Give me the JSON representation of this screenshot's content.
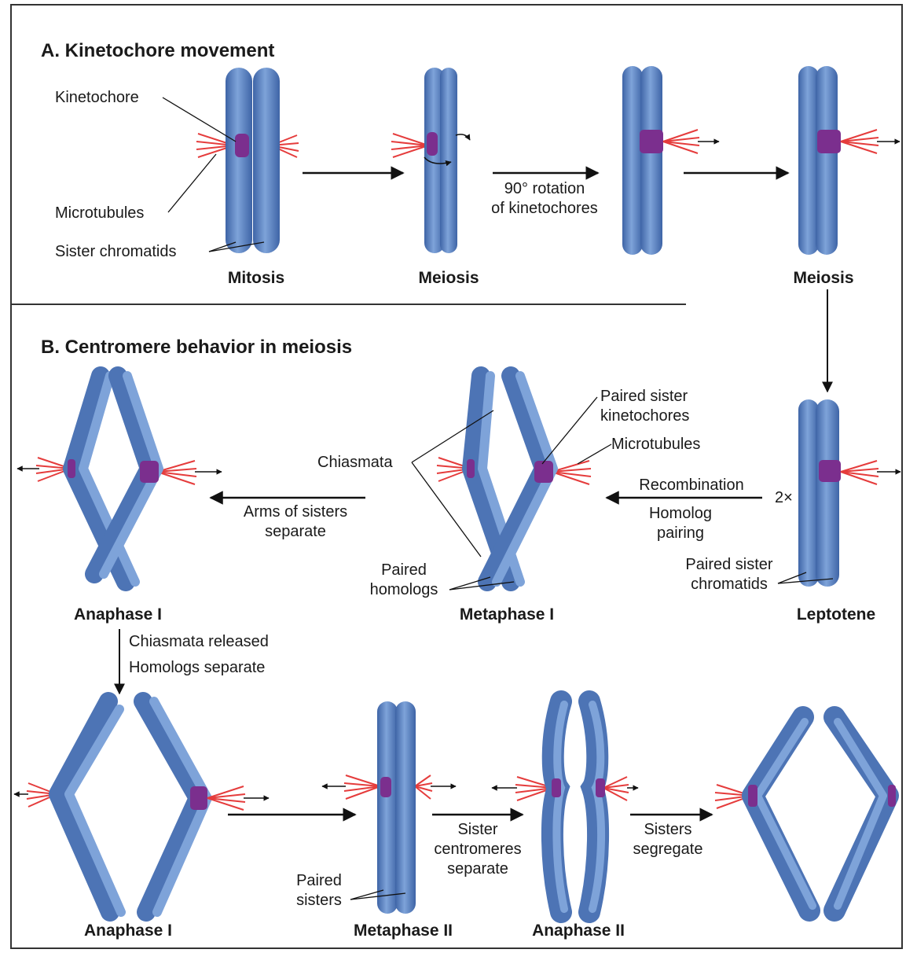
{
  "section_a": {
    "heading": "A. Kinetochore movement",
    "labels": {
      "kinetochore": "Kinetochore",
      "microtubules": "Microtubules",
      "sister_chromatids": "Sister chromatids",
      "rotation_line1": "90° rotation",
      "rotation_line2": "of kinetochores"
    },
    "stages": {
      "mitosis": "Mitosis",
      "meiosis_1": "Meiosis",
      "meiosis_2": "Meiosis"
    }
  },
  "section_b": {
    "heading": "B. Centromere behavior in meiosis",
    "labels": {
      "paired_sister_kinetochores_line1": "Paired sister",
      "paired_sister_kinetochores_line2": "kinetochores",
      "microtubules": "Microtubules",
      "chiasmata": "Chiasmata",
      "recombination": "Recombination",
      "homolog_pairing_line1": "Homolog",
      "homolog_pairing_line2": "pairing",
      "two_x": "2×",
      "arms_separate_line1": "Arms of sisters",
      "arms_separate_line2": "separate",
      "paired_homologs_line1": "Paired",
      "paired_homologs_line2": "homologs",
      "paired_sister_chromatids_line1": "Paired sister",
      "paired_sister_chromatids_line2": "chromatids",
      "chiasmata_released": "Chiasmata released",
      "homologs_separate": "Homologs separate",
      "sister_centromeres_line1": "Sister",
      "sister_centromeres_line2": "centromeres",
      "sister_centromeres_line3": "separate",
      "sisters_segregate_line1": "Sisters",
      "sisters_segregate_line2": "segregate",
      "paired_sisters_line1": "Paired",
      "paired_sisters_line2": "sisters"
    },
    "stages": {
      "anaphase_i_top": "Anaphase I",
      "metaphase_i": "Metaphase I",
      "leptotene": "Leptotene",
      "anaphase_i_bottom": "Anaphase I",
      "metaphase_ii": "Metaphase II",
      "anaphase_ii": "Anaphase II"
    }
  },
  "colors": {
    "chromatid": "#5f87c4",
    "chromatid_dark": "#3d62a3",
    "kinetochore": "#7b2f8e",
    "microtubule": "#e53c3c",
    "frame": "#333333"
  }
}
